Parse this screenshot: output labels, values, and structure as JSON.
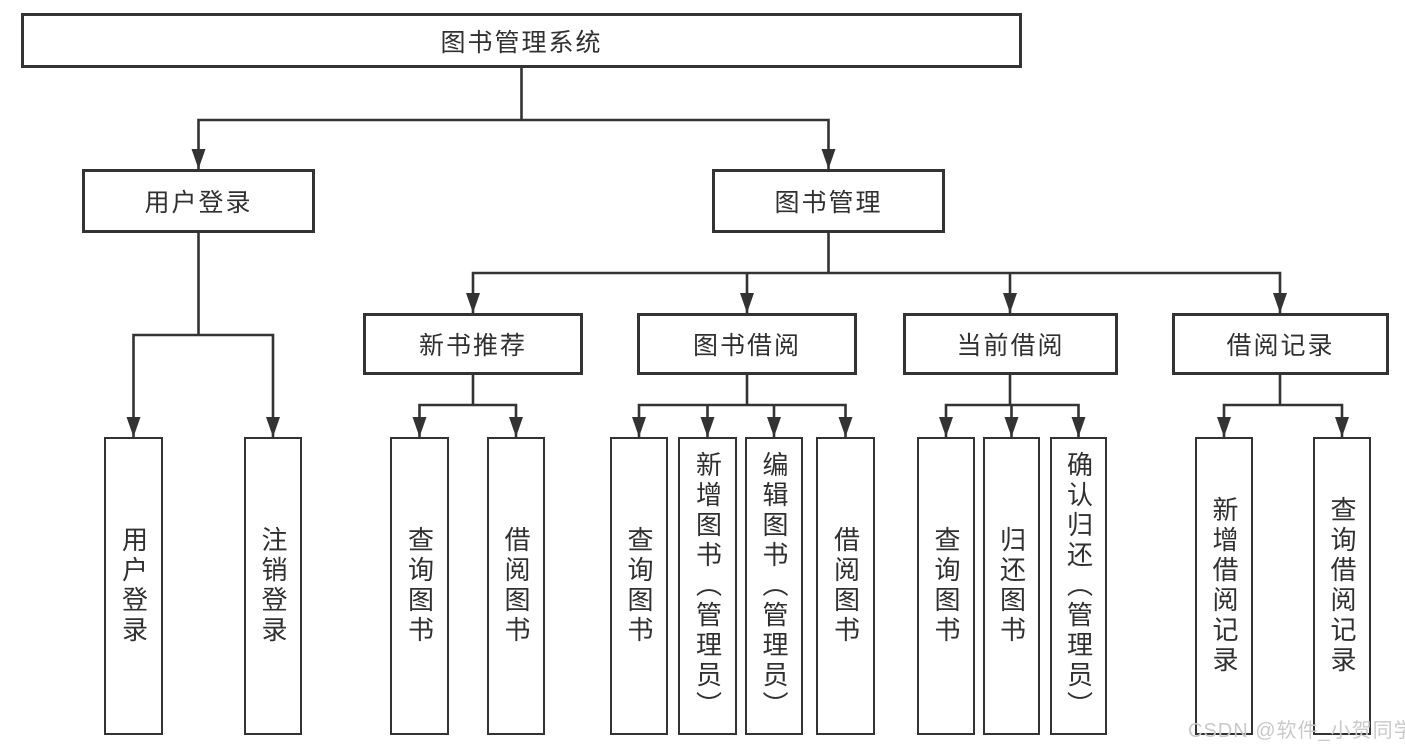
{
  "diagram": {
    "root": "图书管理系统",
    "level2": {
      "user_login": "用户登录",
      "book_management": "图书管理"
    },
    "level3": {
      "new_book_recommend": "新书推荐",
      "book_borrow": "图书借阅",
      "current_borrow": "当前借阅",
      "borrow_record": "借阅记录"
    },
    "leaves": {
      "user_login": [
        "用户登录",
        "注销登录"
      ],
      "new_book_recommend": [
        "查询图书",
        "借阅图书"
      ],
      "book_borrow": [
        "查询图书",
        "新增图书（管理员）",
        "编辑图书（管理员）",
        "借阅图书"
      ],
      "current_borrow": [
        "查询图书",
        "归还图书",
        "确认归还（管理员）"
      ],
      "borrow_record": [
        "新增借阅记录",
        "查询借阅记录"
      ]
    }
  },
  "watermark": "CSDN @软件_小贺同学",
  "colors": {
    "line": "#333333",
    "box_border": "#333333",
    "box_fill": "#ffffff",
    "text": "#303030",
    "watermark": "#c9c9c9",
    "background": "#ffffff"
  }
}
